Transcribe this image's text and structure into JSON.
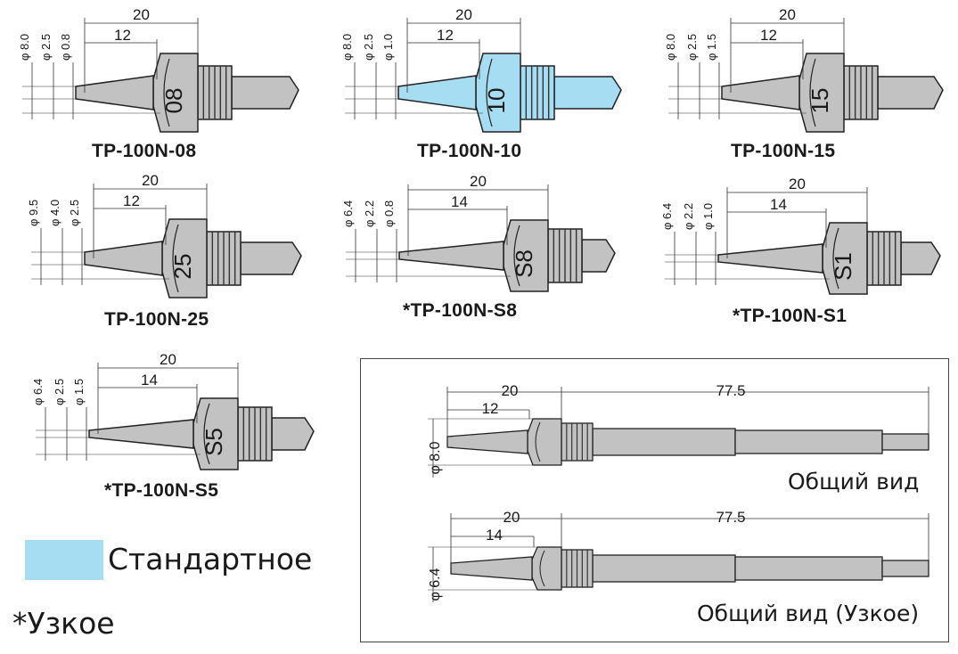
{
  "tips": [
    {
      "model": "TP-100N-08",
      "number": "08",
      "overall_length": "20",
      "taper_length": "12",
      "diameters": [
        "φ 8.0",
        "φ 2.5",
        "φ 0.8"
      ],
      "standard": true
    },
    {
      "model": "TP-100N-10",
      "number": "10",
      "overall_length": "20",
      "taper_length": "12",
      "diameters": [
        "φ 8.0",
        "φ 2.5",
        "φ 1.0"
      ],
      "standard": true
    },
    {
      "model": "TP-100N-15",
      "number": "15",
      "overall_length": "20",
      "taper_length": "12",
      "diameters": [
        "φ 8.0",
        "φ 2.5",
        "φ 1.5"
      ],
      "standard": true
    },
    {
      "model": "TP-100N-25",
      "number": "25",
      "overall_length": "20",
      "taper_length": "12",
      "diameters": [
        "φ 9.5",
        "φ 4.0",
        "φ 2.5"
      ],
      "standard": true
    },
    {
      "model": "*TP-100N-S8",
      "number": "S8",
      "overall_length": "20",
      "taper_length": "14",
      "diameters": [
        "φ 6.4",
        "φ 2.2",
        "φ 0.8"
      ],
      "standard": false
    },
    {
      "model": "*TP-100N-S1",
      "number": "S1",
      "overall_length": "20",
      "taper_length": "14",
      "diameters": [
        "φ 6.4",
        "φ 2.2",
        "φ 1.0"
      ],
      "standard": false
    },
    {
      "model": "*TP-100N-S5",
      "number": "S5",
      "overall_length": "20",
      "taper_length": "14",
      "diameters": [
        "φ 6.4",
        "φ 2.5",
        "φ 1.5"
      ],
      "standard": false
    }
  ],
  "overview": [
    {
      "caption": "Общий вид",
      "tip_length": "20",
      "taper_length": "12",
      "body_length": "77.5",
      "diameter": "φ 8.0"
    },
    {
      "caption": "Общий вид (Узкое)",
      "tip_length": "20",
      "taper_length": "14",
      "body_length": "77.5",
      "diameter": "φ 6.4"
    }
  ],
  "legend": {
    "standard_label": "Стандартное",
    "narrow_label": "*Узкое"
  },
  "colors": {
    "highlight": "#a7ddf2",
    "metal": "#c2c2c2",
    "outline": "#222222",
    "dimension_line": "#333333"
  }
}
